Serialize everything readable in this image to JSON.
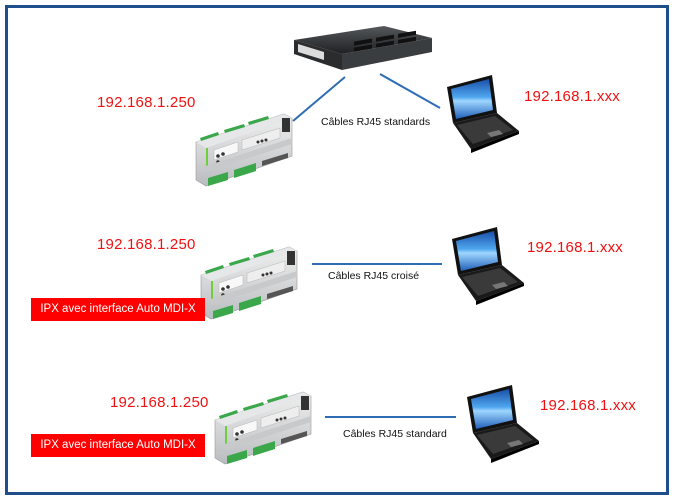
{
  "diagram": {
    "title": "",
    "scenarios": [
      {
        "id": "via-switch",
        "controller_ip": "192.168.1.250",
        "pc_ip": "192.168.1.xxx",
        "cable_label": "Câbles RJ45 standards",
        "badge": null,
        "has_switch": true
      },
      {
        "id": "direct-crossover",
        "controller_ip": "192.168.1.250",
        "pc_ip": "192.168.1.xxx",
        "cable_label": "Câbles RJ45 croisé",
        "badge": "IPX avec interface Auto MDI-X",
        "has_switch": false
      },
      {
        "id": "direct-standard",
        "controller_ip": "192.168.1.250",
        "pc_ip": "192.168.1.xxx",
        "cable_label": "Câbles RJ45 standard",
        "badge": "IPX avec interface Auto MDI-X",
        "has_switch": false
      }
    ]
  },
  "icons": {
    "switch": "network-switch-icon",
    "controller": "din-rail-controller-icon",
    "laptop": "laptop-icon"
  },
  "colors": {
    "frame": "#1f4e8c",
    "cable": "#2e6db4",
    "ip_text": "#ee1111",
    "badge_bg": "#ff0000",
    "badge_text": "#ffffff"
  }
}
